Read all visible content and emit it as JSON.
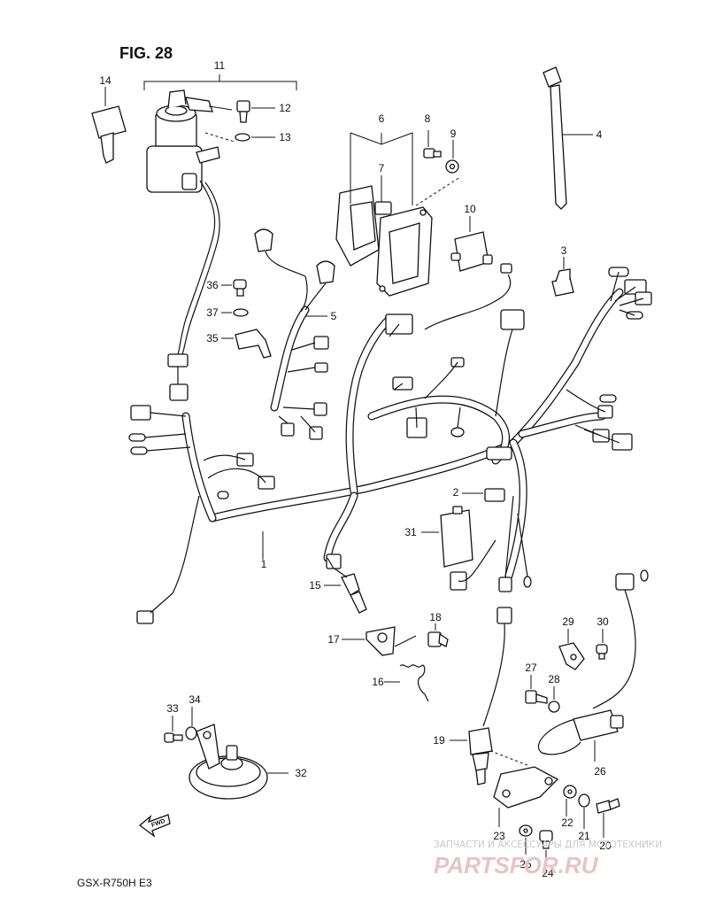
{
  "figure_title": "FIG. 28",
  "model_code": "GSX-R750H E3",
  "fwd_label": "FWD",
  "watermark": {
    "line1": "ЗАПЧАСТИ И АКСЕССУАРЫ ДЛЯ МОТОТЕХНИКИ",
    "line2": "PARTSFOR.RU"
  },
  "callouts": {
    "p1": "1",
    "p2": "2",
    "p3": "3",
    "p4": "4",
    "p5": "5",
    "p6": "6",
    "p7": "7",
    "p8": "8",
    "p9": "9",
    "p10": "10",
    "p11": "11",
    "p12": "12",
    "p13": "13",
    "p14": "14",
    "p15": "15",
    "p16": "16",
    "p17": "17",
    "p18": "18",
    "p19": "19",
    "p20": "20",
    "p21": "21",
    "p22": "22",
    "p23": "23",
    "p24": "24",
    "p25": "25",
    "p26": "26",
    "p27": "27",
    "p28": "28",
    "p29": "29",
    "p30": "30",
    "p31": "31",
    "p32": "32",
    "p33": "33",
    "p34": "34",
    "p35": "35",
    "p36": "36",
    "p37": "37"
  }
}
